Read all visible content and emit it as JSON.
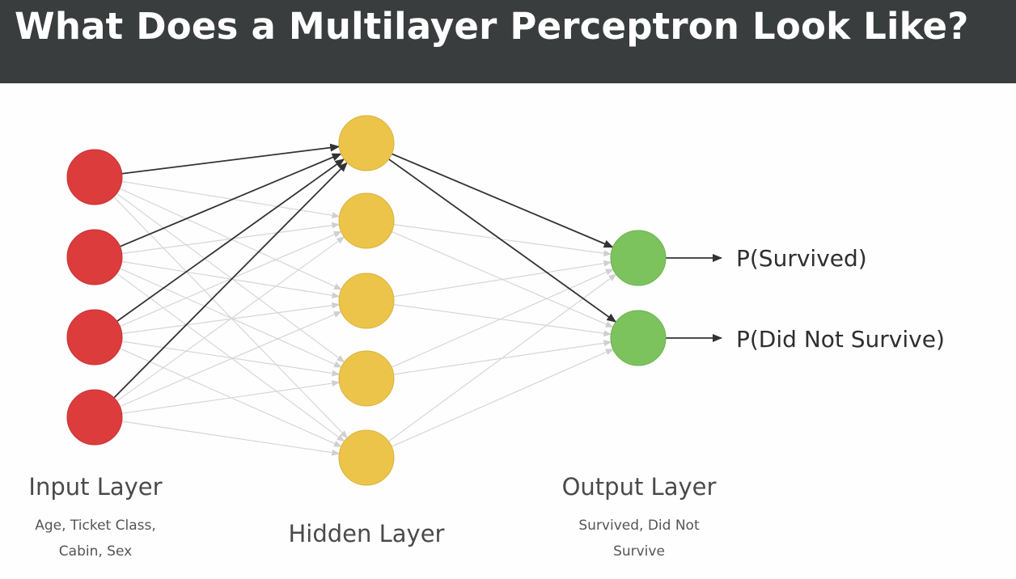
{
  "title": "What Does a Multilayer Perceptron Look Like?",
  "colors": {
    "title_bar": "#3a3d3e",
    "input_node": "#dd3c3c",
    "hidden_node": "#ecc44a",
    "output_node": "#7cc35e",
    "highlight_edge": "#333333",
    "faint_edge": "#d6d6d6"
  },
  "layers": {
    "input": {
      "title": "Input Layer",
      "description_lines": [
        "Age, Ticket Class,",
        "Cabin, Sex"
      ],
      "node_count": 4
    },
    "hidden": {
      "title": "Hidden Layer",
      "node_count": 5
    },
    "output": {
      "title": "Output Layer",
      "description_lines": [
        "Survived, Did Not",
        "Survive"
      ],
      "node_count": 2
    }
  },
  "outputs": [
    "P(Survived)",
    "P(Did Not Survive)"
  ]
}
